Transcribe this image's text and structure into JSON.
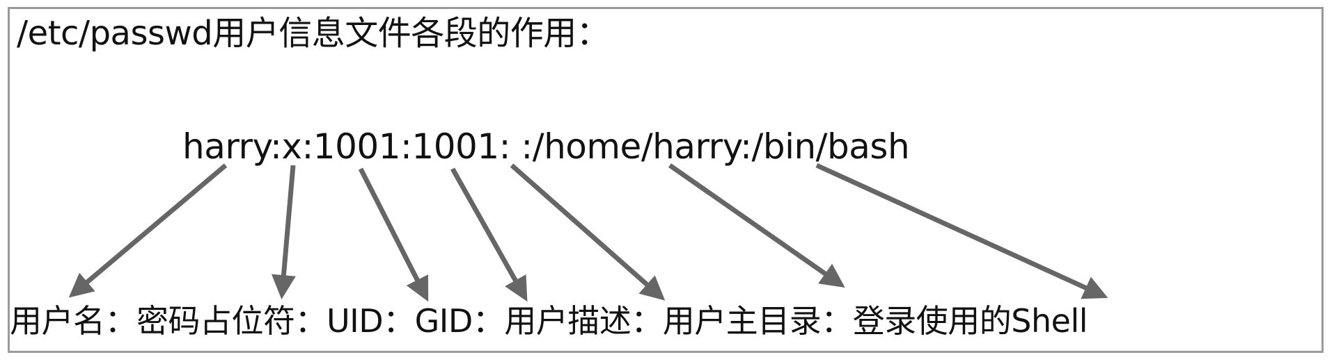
{
  "heading": "/etc/passwd用户信息文件各段的作用：",
  "record_line": "harry:x:1001:1001: :/home/harry:/bin/bash",
  "legend_line": "用户名：密码占位符：UID：GID：用户描述：用户主目录：登录使用的Shell",
  "fields": [
    {
      "value": "harry",
      "meaning": "用户名"
    },
    {
      "value": "x",
      "meaning": "密码占位符"
    },
    {
      "value": "1001",
      "meaning": "UID"
    },
    {
      "value": "1001",
      "meaning": "GID"
    },
    {
      "value": " ",
      "meaning": "用户描述"
    },
    {
      "value": "/home/harry",
      "meaning": "用户主目录"
    },
    {
      "value": "/bin/bash",
      "meaning": "登录使用的Shell"
    }
  ],
  "colors": {
    "border": "#9a9a9a",
    "arrow": "#666666",
    "text": "#111111"
  }
}
